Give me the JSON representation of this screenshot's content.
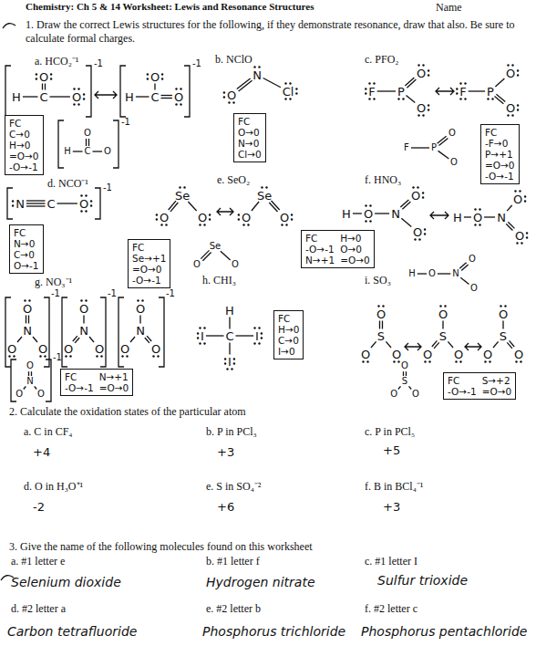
{
  "diagram": {
    "title": "Chemistry: Ch 5 & 14 Worksheet: Lewis and Resonance Structures",
    "nodes": [
      {
        "text": [
          "FC",
          "C→0",
          "H→0",
          "=O→0",
          "-O→-1"
        ]
      },
      {
        "text": [
          "FC",
          "O→0",
          "N→0",
          "Cl→0"
        ]
      },
      {
        "text": [
          "FC",
          "-F→0",
          "P→+1",
          "=O→0",
          "-O→-1"
        ]
      },
      {
        "text": [
          "FC",
          "N→0",
          "C→0",
          "O→-1"
        ]
      },
      {
        "text": [
          "FC",
          "Se→+1",
          "=O→0",
          "-O→-1"
        ]
      },
      {
        "text": [
          "FC",
          "H→0",
          "-O→-1",
          "O→0",
          "N→+1",
          "=O→0"
        ]
      },
      {
        "text": [
          "FC",
          "N→+1",
          "-O→-1",
          "=O→0"
        ]
      },
      {
        "text": [
          "FC",
          "H→0",
          "C→0",
          "I→0"
        ]
      },
      {
        "text": [
          "FC",
          "S→+2",
          "-O→-1",
          "=O→0"
        ]
      }
    ],
    "labels": [
      "Name",
      "1. Draw the correct Lewis structures for the following, if they demonstrate resonance, draw that also. Be sure to calculate formal charges.",
      "a. HCO₂⁻¹",
      "H",
      "C",
      "O",
      "O",
      "-1",
      "H",
      "C",
      "O",
      "O",
      "-1",
      "H",
      "C",
      "O",
      "O",
      "-1",
      "b. NClO",
      "O",
      "N",
      "Cl",
      "c. PFO₂",
      "F",
      "P",
      "O",
      "O",
      "F",
      "P",
      "O",
      "O",
      "F",
      "P",
      "O",
      "O",
      "d. NCO⁻¹",
      "N",
      "C",
      "O",
      "-1",
      "e. SeO₂",
      "Se",
      "O",
      "O",
      "Se",
      "O",
      "O",
      "Se",
      "O",
      "O",
      "f. HNO₃",
      "H",
      "O",
      "N",
      "O",
      "O",
      "H",
      "O",
      "N",
      "O",
      "O",
      "H",
      "O",
      "N",
      "O",
      "O",
      "g. NO₃⁻¹",
      "N",
      "O",
      "O",
      "O",
      "-1",
      "N",
      "O",
      "O",
      "O",
      "-1",
      "N",
      "O",
      "O",
      "O",
      "-1",
      "N",
      "O",
      "O",
      "O",
      "-1",
      "h. CHI₃",
      "H",
      "C",
      "I",
      "I",
      "I",
      "i. SO₃",
      "S",
      "O",
      "O",
      "O",
      "S",
      "O",
      "O",
      "O",
      "S",
      "O",
      "O",
      "O",
      "S",
      "O",
      "O",
      "O",
      "2. Calculate the oxidation states of the particular atom",
      "a. C in CF₄",
      "b. P in PCl₃",
      "c. P in PCl₅",
      "+4",
      "+3",
      "+5",
      "d. O in H₃O⁺¹",
      "e. S in SO₄⁻²",
      "f. B in BCl₄⁻¹",
      "-2",
      "+6",
      "+3",
      "3. Give the name of the following molecules found on this worksheet",
      "a. #1 letter e",
      "b. #1 letter f",
      "c. #1 letter I",
      "Selenium dioxide",
      "Hydrogen nitrate",
      "Sulfur trioxide",
      "d. #2 letter a",
      "e. #2 letter b",
      "f. #2 letter c",
      "Carbon tetrafluoride",
      "Phosphorus trichloride",
      "Phosphorus pentachloride"
    ]
  }
}
